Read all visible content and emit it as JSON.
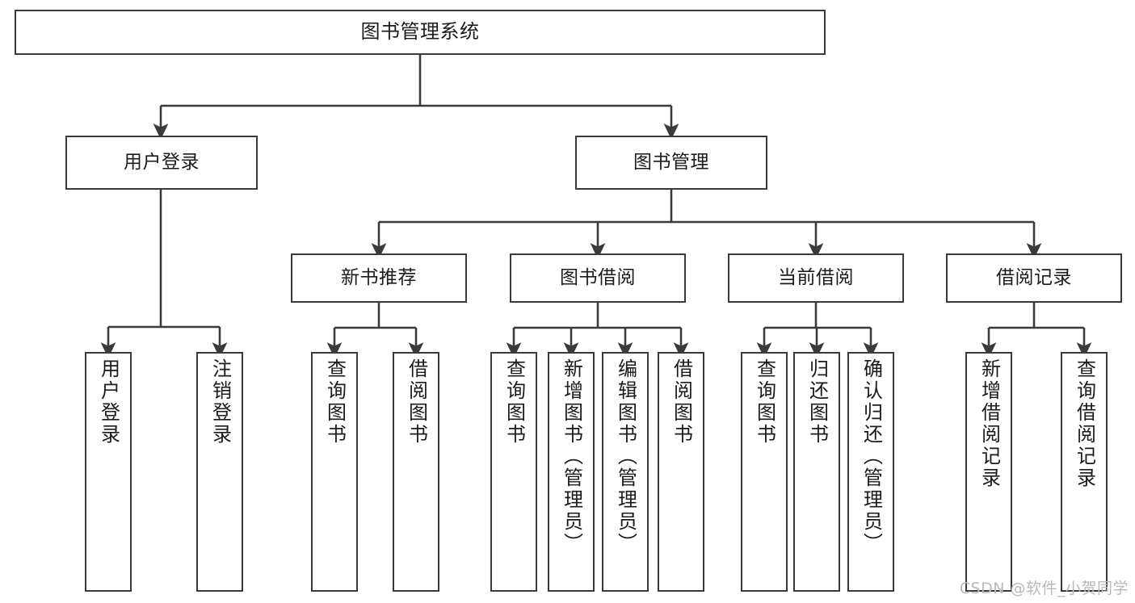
{
  "diagram": {
    "title": "图书管理系统",
    "type": "tree-hierarchy",
    "colors": {
      "box_border": "#3a3a3a",
      "box_fill": "#ffffff",
      "edge": "#3a3a3a",
      "text": "#1b1b1b",
      "watermark": "#b9b9b9",
      "background": "#ffffff"
    },
    "root": {
      "label": "图书管理系统"
    },
    "level2": [
      {
        "label": "用户登录"
      },
      {
        "label": "图书管理"
      }
    ],
    "level3": [
      {
        "label": "新书推荐"
      },
      {
        "label": "图书借阅"
      },
      {
        "label": "当前借阅"
      },
      {
        "label": "借阅记录"
      }
    ],
    "leaves": {
      "user_login": [
        {
          "label": "用户登录"
        },
        {
          "label": "注销登录"
        }
      ],
      "new_book_recommend": [
        {
          "label": "查询图书"
        },
        {
          "label": "借阅图书"
        }
      ],
      "book_borrow": [
        {
          "label": "查询图书"
        },
        {
          "label": "新增图书（管理员）"
        },
        {
          "label": "编辑图书（管理员）"
        },
        {
          "label": "借阅图书"
        }
      ],
      "current_borrow": [
        {
          "label": "查询图书"
        },
        {
          "label": "归还图书"
        },
        {
          "label": "确认归还（管理员）"
        }
      ],
      "borrow_record": [
        {
          "label": "新增借阅记录"
        },
        {
          "label": "查询借阅记录"
        }
      ]
    }
  },
  "watermark": {
    "text": "CSDN @软件_小贺同学"
  }
}
